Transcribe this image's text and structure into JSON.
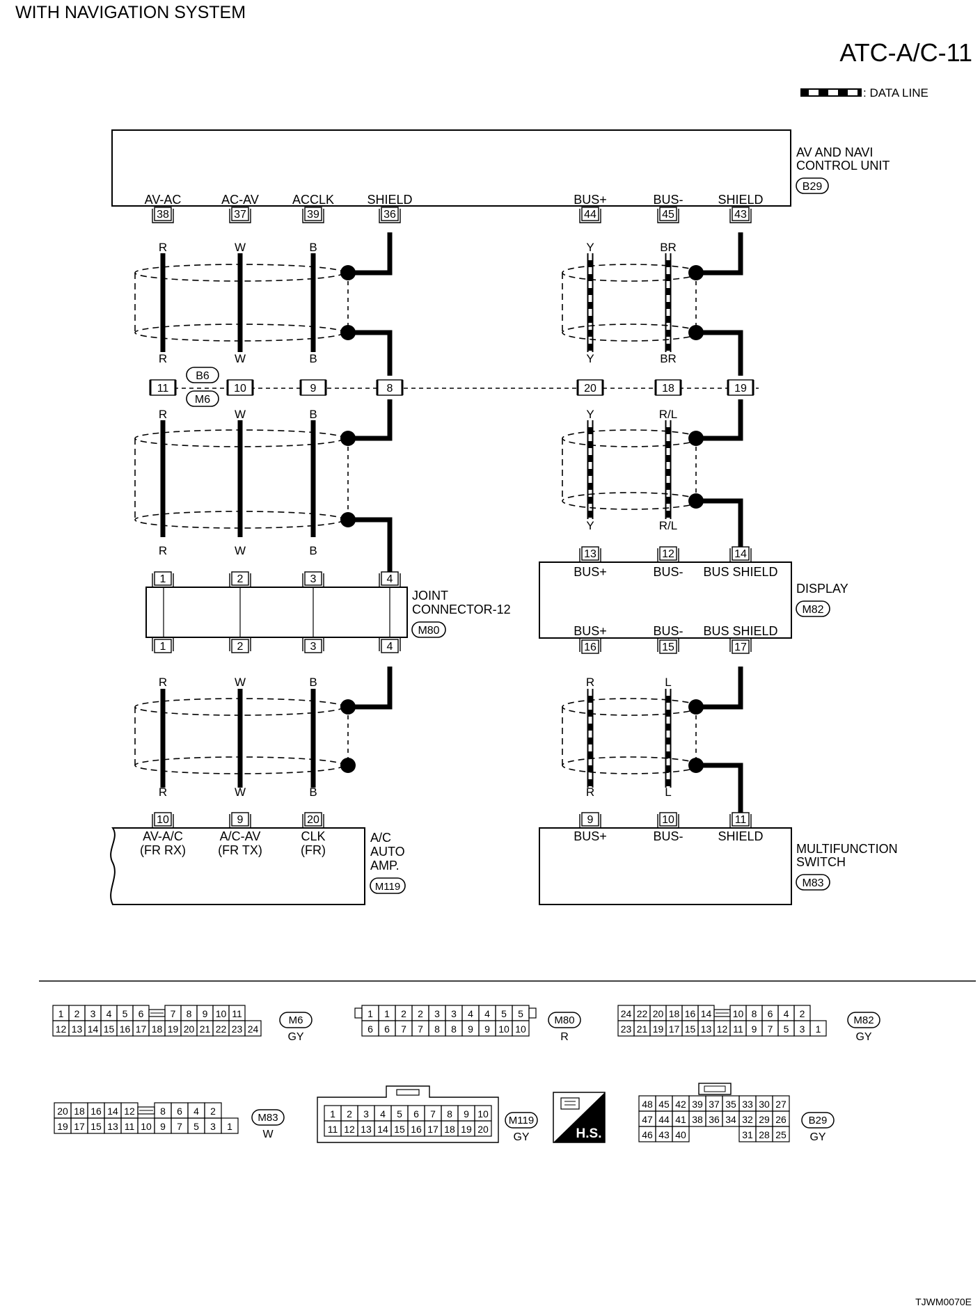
{
  "header": {
    "title": "WITH NAVIGATION SYSTEM",
    "page_code": "ATC-A/C-11",
    "legend_label": ": DATA LINE",
    "footer_code": "TJWM0070E"
  },
  "units": {
    "av_navi": {
      "name_line1": "AV AND NAVI",
      "name_line2": "CONTROL UNIT",
      "connector": "B29"
    },
    "display": {
      "name": "DISPLAY",
      "connector": "M82"
    },
    "joint": {
      "name_line1": "JOINT",
      "name_line2": "CONNECTOR-12",
      "connector": "M80"
    },
    "ac_amp": {
      "name_line1": "A/C",
      "name_line2": "AUTO",
      "name_line3": "AMP.",
      "connector": "M119"
    },
    "multi_switch": {
      "name_line1": "MULTIFUNCTION",
      "name_line2": "SWITCH",
      "connector": "M83"
    },
    "relay_connectors": {
      "upper": "B6",
      "lower": "M6"
    }
  },
  "signals": {
    "av_ac": "AV-AC",
    "ac_av": "AC-AV",
    "acclk": "ACCLK",
    "shield": "SHIELD",
    "bus_plus": "BUS+",
    "bus_minus": "BUS-",
    "bus_shield": "BUS SHIELD",
    "av_ac_rx": "AV-A/C",
    "fr_rx": "(FR RX)",
    "ac_av_tx": "A/C-AV",
    "fr_tx": "(FR TX)",
    "clk": "CLK",
    "fr": "(FR)"
  },
  "pins": {
    "b29": [
      "38",
      "37",
      "39",
      "36",
      "44",
      "45",
      "43"
    ],
    "relay": [
      "11",
      "10",
      "9",
      "8",
      "20",
      "18",
      "19"
    ],
    "m80_top": [
      "1",
      "2",
      "3",
      "4"
    ],
    "m80_bottom": [
      "1",
      "2",
      "3",
      "4"
    ],
    "m82_top": [
      "13",
      "12",
      "14"
    ],
    "m82_bottom": [
      "16",
      "15",
      "17"
    ],
    "m119": [
      "10",
      "9",
      "20"
    ],
    "m83": [
      "9",
      "10",
      "11"
    ]
  },
  "wire_colors": {
    "left_a": [
      "R",
      "W",
      "B"
    ],
    "left_b": [
      "R",
      "W",
      "B"
    ],
    "left_c": [
      "R",
      "W",
      "B"
    ],
    "left_d": [
      "R",
      "W",
      "B"
    ],
    "left_e": [
      "R",
      "W",
      "B"
    ],
    "left_f": [
      "R",
      "W",
      "B"
    ],
    "right_a": [
      "Y",
      "BR"
    ],
    "right_b": [
      "Y",
      "BR"
    ],
    "right_c": [
      "Y",
      "R/L"
    ],
    "right_d": [
      "Y",
      "R/L"
    ],
    "right_e": [
      "R",
      "L"
    ],
    "right_f": [
      "R",
      "L"
    ]
  },
  "connector_views": {
    "m6": {
      "code": "M6",
      "color": "GY",
      "row1": [
        "1",
        "2",
        "3",
        "4",
        "5",
        "6",
        "",
        "7",
        "8",
        "9",
        "10",
        "11"
      ],
      "row2": [
        "12",
        "13",
        "14",
        "15",
        "16",
        "17",
        "18",
        "19",
        "20",
        "21",
        "22",
        "23",
        "24"
      ]
    },
    "m80": {
      "code": "M80",
      "color": "R",
      "row1": [
        "1",
        "1",
        "2",
        "2",
        "3",
        "3",
        "4",
        "4",
        "5",
        "5"
      ],
      "row2": [
        "6",
        "6",
        "7",
        "7",
        "8",
        "8",
        "9",
        "9",
        "10",
        "10"
      ]
    },
    "m82": {
      "code": "M82",
      "color": "GY",
      "row1": [
        "24",
        "22",
        "20",
        "18",
        "16",
        "14",
        "",
        "10",
        "8",
        "6",
        "4",
        "2"
      ],
      "row2": [
        "23",
        "21",
        "19",
        "17",
        "15",
        "13",
        "12",
        "11",
        "9",
        "7",
        "5",
        "3",
        "1"
      ]
    },
    "m83": {
      "code": "M83",
      "color": "W",
      "row1": [
        "20",
        "18",
        "16",
        "14",
        "12",
        "",
        "8",
        "6",
        "4",
        "2"
      ],
      "row2": [
        "19",
        "17",
        "15",
        "13",
        "11",
        "10",
        "9",
        "7",
        "5",
        "3",
        "1"
      ]
    },
    "m119": {
      "code": "M119",
      "color": "GY",
      "row1": [
        "1",
        "2",
        "3",
        "4",
        "5",
        "6",
        "7",
        "8",
        "9",
        "10"
      ],
      "row2": [
        "11",
        "12",
        "13",
        "14",
        "15",
        "16",
        "17",
        "18",
        "19",
        "20"
      ]
    },
    "b29": {
      "code": "B29",
      "color": "GY",
      "row1": [
        "48",
        "45",
        "42",
        "39",
        "37",
        "35",
        "33",
        "30",
        "27"
      ],
      "row2": [
        "47",
        "44",
        "41",
        "38",
        "36",
        "34",
        "32",
        "29",
        "26"
      ],
      "row3": [
        "46",
        "43",
        "40",
        "",
        "",
        "",
        "31",
        "28",
        "25"
      ]
    },
    "hs_label": "H.S."
  }
}
